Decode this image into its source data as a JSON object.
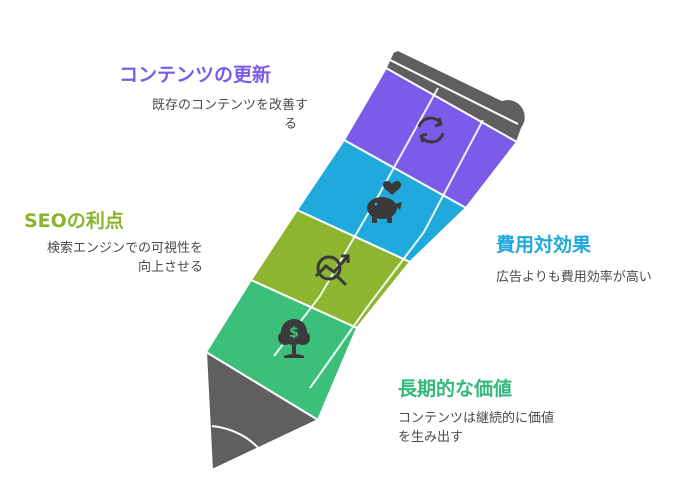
{
  "sections": [
    {
      "id": "content-update",
      "title": "コンテンツの更新",
      "desc_lines": [
        "既存のコンテンツを改善す",
        "る"
      ],
      "color": "#7B5CE8",
      "icon": "refresh-icon"
    },
    {
      "id": "seo-benefit",
      "title": "SEOの利点",
      "desc_lines": [
        "検索エンジンでの可視性を",
        "向上させる"
      ],
      "color": "#8DB530",
      "icon": "search-growth-icon"
    },
    {
      "id": "cost-effectiveness",
      "title": "費用対効果",
      "desc_lines": [
        "広告よりも費用効率が高い"
      ],
      "color": "#1FA9DC",
      "icon": "piggy-bank-heart-icon"
    },
    {
      "id": "long-term-value",
      "title": "長期的な価値",
      "desc_lines": [
        "コンテンツは継続的に価値",
        "を生み出す"
      ],
      "color": "#3DBF7C",
      "icon": "money-tree-icon"
    }
  ],
  "pencil_colors": {
    "eraser": "#5f5f5f",
    "tip": "#5f5f5f",
    "purple": "#7B5CE8",
    "blue": "#1FA9DC",
    "green": "#8DB530",
    "teal": "#3DBF7C"
  }
}
